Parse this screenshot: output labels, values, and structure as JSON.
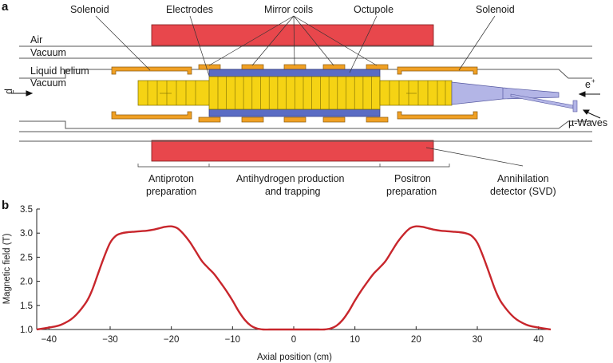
{
  "panel_a": {
    "label": "a",
    "callouts": {
      "solenoid_left": "Solenoid",
      "electrodes": "Electrodes",
      "mirror_coils": "Mirror coils",
      "octupole": "Octupole",
      "solenoid_right": "Solenoid"
    },
    "regions": {
      "air": "Air",
      "vacuum_outer": "Vacuum",
      "liquid_helium": "Liquid helium",
      "vacuum_inner": "Vacuum"
    },
    "beams": {
      "antiproton": "p̄",
      "positron": "e",
      "positron_sup": "+",
      "microwaves": "µ-Waves"
    },
    "sections": {
      "antiproton_1": "Antiproton",
      "antiproton_2": "preparation",
      "production_1": "Antihydrogen production",
      "production_2": "and trapping",
      "positron_1": "Positron",
      "positron_2": "preparation",
      "detector_1": "Annihilation",
      "detector_2": "detector (SVD)"
    },
    "colors": {
      "solenoid": "#e8474c",
      "coil": "#f0a024",
      "electrode": "#f5d314",
      "octupole": "#5a6cc4",
      "positron_line": "#b3b5e6"
    }
  },
  "panel_b": {
    "label": "b"
  },
  "chart_data": {
    "type": "line",
    "title": "",
    "xlabel": "Axial position (cm)",
    "ylabel": "Magnetic field (T)",
    "xlim": [
      -42,
      42
    ],
    "ylim": [
      1.0,
      3.5
    ],
    "xticks": [
      -40,
      -30,
      -20,
      -10,
      0,
      10,
      20,
      30,
      40
    ],
    "yticks": [
      1.0,
      1.5,
      2.0,
      2.5,
      3.0,
      3.5
    ],
    "xtick_labels": [
      "−40",
      "−30",
      "−20",
      "−10",
      "0",
      "10",
      "20",
      "30",
      "40"
    ],
    "ytick_labels": [
      "1.0",
      "1.5",
      "2.0",
      "2.5",
      "3.0",
      "3.5"
    ],
    "grid": false,
    "series": [
      {
        "color": "#c8262c",
        "x": [
          -42,
          -40,
          -38,
          -36,
          -34,
          -33,
          -32,
          -31,
          -30,
          -29,
          -28,
          -27,
          -26,
          -25,
          -24,
          -23,
          -22,
          -21,
          -20,
          -19,
          -18,
          -17,
          -16,
          -15,
          -14,
          -13,
          -12,
          -11,
          -10,
          -9,
          -8,
          -7,
          -6,
          -5,
          -4,
          -3,
          -2,
          -1,
          0,
          1,
          2,
          3,
          4,
          5,
          6,
          7,
          8,
          9,
          10,
          11,
          12,
          13,
          14,
          15,
          16,
          17,
          18,
          19,
          20,
          21,
          22,
          23,
          24,
          25,
          26,
          27,
          28,
          29,
          30,
          31,
          32,
          33,
          34,
          36,
          38,
          40,
          42
        ],
        "y": [
          1.0,
          1.04,
          1.1,
          1.25,
          1.55,
          1.8,
          2.15,
          2.5,
          2.8,
          2.95,
          3.0,
          3.02,
          3.03,
          3.04,
          3.05,
          3.07,
          3.1,
          3.13,
          3.14,
          3.1,
          2.98,
          2.82,
          2.62,
          2.42,
          2.28,
          2.15,
          1.98,
          1.8,
          1.6,
          1.38,
          1.2,
          1.08,
          1.02,
          1.0,
          1.0,
          1.0,
          1.0,
          1.0,
          1.0,
          1.0,
          1.0,
          1.0,
          1.0,
          1.0,
          1.02,
          1.08,
          1.2,
          1.38,
          1.6,
          1.8,
          1.98,
          2.15,
          2.28,
          2.42,
          2.62,
          2.82,
          2.98,
          3.1,
          3.14,
          3.13,
          3.1,
          3.07,
          3.05,
          3.04,
          3.03,
          3.02,
          3.0,
          2.95,
          2.8,
          2.5,
          2.15,
          1.8,
          1.55,
          1.25,
          1.1,
          1.04,
          1.0
        ]
      }
    ]
  }
}
